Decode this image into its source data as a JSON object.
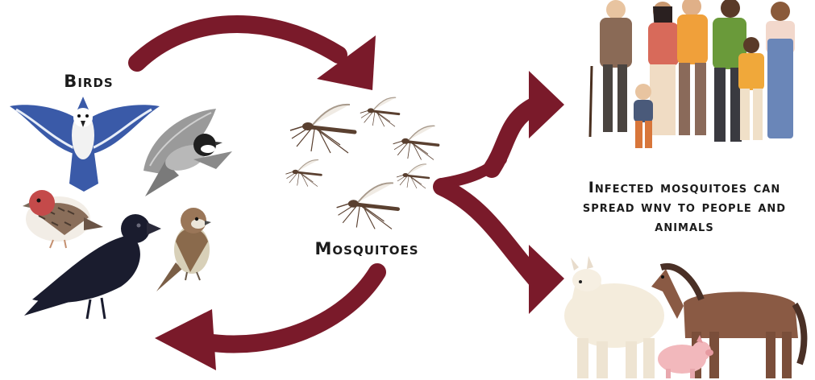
{
  "labels": {
    "birds": "Birds",
    "mosquitoes": "Mosquitoes",
    "caption": "Infected mosquitoes can spread wnv to people and animals"
  },
  "icons": [
    "blue-jay-icon",
    "chickadee-icon",
    "finch-icon",
    "crow-icon",
    "sparrow-icon",
    "mosquito-icon",
    "people-group-icon",
    "llama-icon",
    "horse-icon",
    "pig-icon"
  ],
  "colors": {
    "arrow": "#7a1a2a",
    "text": "#1c1c1c"
  }
}
